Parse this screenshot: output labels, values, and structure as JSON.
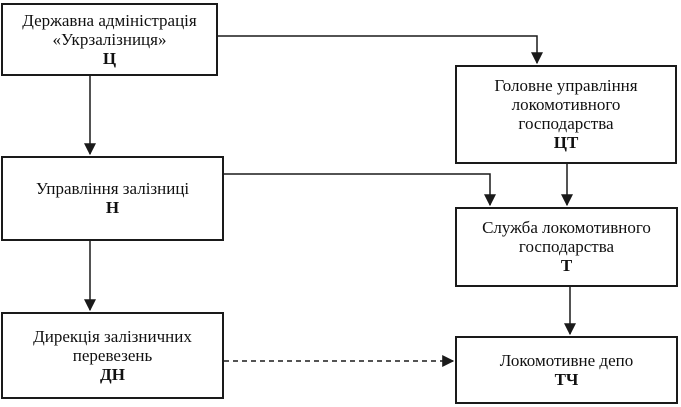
{
  "diagram": {
    "nodes": {
      "c": {
        "lines": [
          "Державна адміністрація",
          "«Укрзалізниця»"
        ],
        "code": "Ц"
      },
      "ct": {
        "lines": [
          "Головне управління",
          "локомотивного",
          "господарства"
        ],
        "code": "ЦТ"
      },
      "n": {
        "lines": [
          "Управління залізниці"
        ],
        "code": "Н"
      },
      "t": {
        "lines": [
          "Служба локомотивного",
          "господарства"
        ],
        "code": "Т"
      },
      "dn": {
        "lines": [
          "Дирекція залізничних",
          "перевезень"
        ],
        "code": "ДН"
      },
      "tch": {
        "lines": [
          "Локомотивне депо"
        ],
        "code": "ТЧ"
      }
    },
    "edges": [
      {
        "from": "c",
        "to": "ct",
        "style": "solid"
      },
      {
        "from": "c",
        "to": "n",
        "style": "solid"
      },
      {
        "from": "ct",
        "to": "t",
        "style": "solid"
      },
      {
        "from": "n",
        "to": "t",
        "style": "solid"
      },
      {
        "from": "n",
        "to": "dn",
        "style": "solid"
      },
      {
        "from": "t",
        "to": "tch",
        "style": "solid"
      },
      {
        "from": "dn",
        "to": "tch",
        "style": "dashed"
      }
    ]
  }
}
